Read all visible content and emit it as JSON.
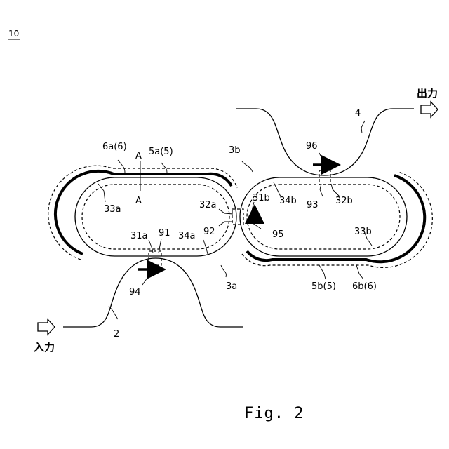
{
  "figure_number": "10",
  "caption": "Fig. 2",
  "io": {
    "input": "入力",
    "output": "出力"
  },
  "labels": {
    "l_2": "2",
    "l_3a": "3a",
    "l_3b": "3b",
    "l_4": "4",
    "l_5a": "5a(5)",
    "l_5b": "5b(5)",
    "l_6a": "6a(6)",
    "l_6b": "6b(6)",
    "l_31a": "31a",
    "l_31b": "31b",
    "l_32a": "32a",
    "l_32b": "32b",
    "l_33a": "33a",
    "l_33b": "33b",
    "l_34a": "34a",
    "l_34b": "34b",
    "l_91": "91",
    "l_92": "92",
    "l_93": "93",
    "l_94": "94",
    "l_95": "95",
    "l_96": "96",
    "l_A_top": "A",
    "l_A_bot": "A"
  }
}
